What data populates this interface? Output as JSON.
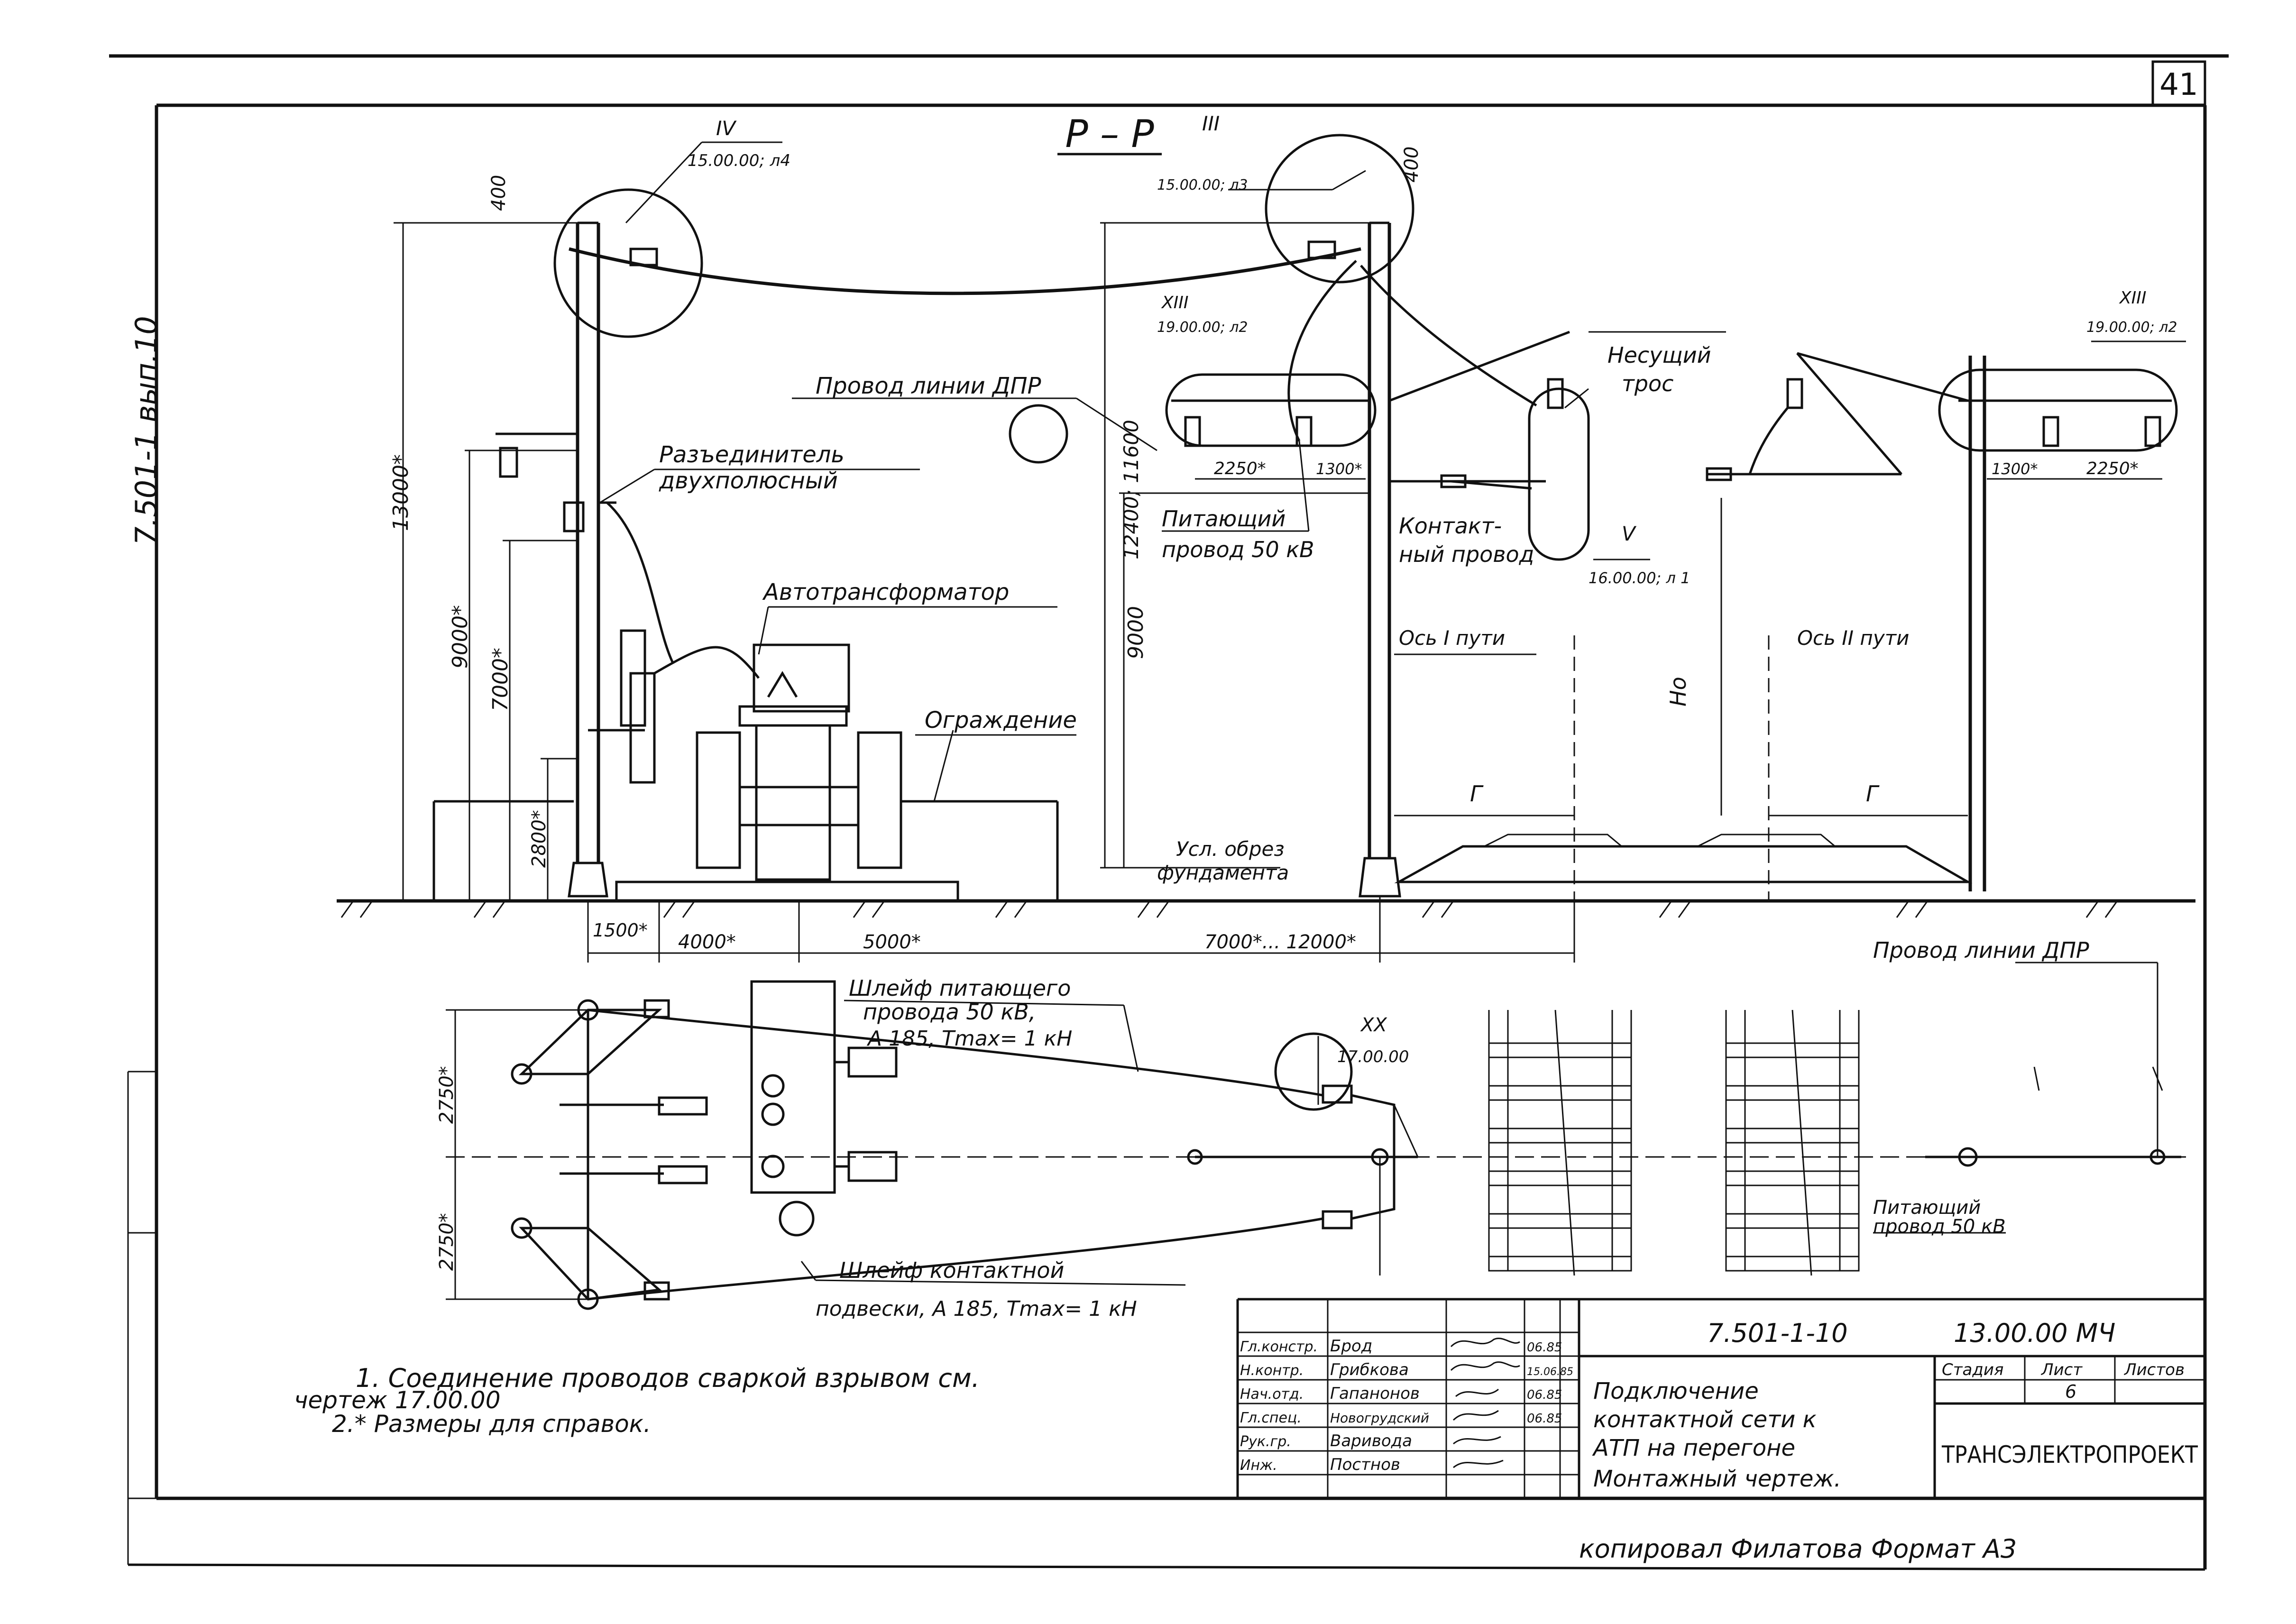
{
  "page_number": "41",
  "side_code": "7.501-1 вып.10",
  "section_label": "Р – Р",
  "callouts": {
    "iv_num": "IV",
    "iv_ref": "15.00.00; л4",
    "iii_num": "III",
    "iii_ref": "15.00.00; л3",
    "xiii_left_num": "XIII",
    "xiii_left_ref": "19.00.00; л2",
    "xiii_right_num": "XIII",
    "xiii_right_ref": "19.00.00; л2",
    "v_num": "V",
    "v_ref": "16.00.00; л 1",
    "xx_num": "XX",
    "xx_ref": "17.00.00"
  },
  "labels": {
    "dpr_line_wire": "Провод линии ДПР",
    "disconnector_1": "Разъединитель",
    "disconnector_2": "двухполюсный",
    "autotransformer": "Автотрансформатор",
    "fence": "Ограждение",
    "feeder_1": "Питающий",
    "feeder_2": "провод 50 кВ",
    "carrier_1": "Несущий",
    "carrier_2": "трос",
    "contact_1": "Контакт-",
    "contact_2": "ный провод",
    "axis_track_1": "Ось I пути",
    "axis_track_2": "Ось II пути",
    "foundation_1": "Усл. обрез",
    "foundation_2": "фундамента",
    "ho": "Нo",
    "gamma_left": "Г",
    "gamma_right": "Г",
    "plan_dpr": "Провод линии ДПР",
    "loop_feeder_1": "Шлейф питающего",
    "loop_feeder_2": "провода 50 кВ,",
    "loop_feeder_3": "А 185, Tmax= 1 кН",
    "loop_contact_1": "Шлейф контактной",
    "loop_contact_2": "подвески, А 185, Tmax= 1 кН",
    "plan_feeder_1": "Питающий",
    "plan_feeder_2": "провод 50 кВ"
  },
  "dimensions": {
    "d400_left": "400",
    "d400_right": "400",
    "d13000": "13000*",
    "d9000_left": "9000*",
    "d7000": "7000*",
    "d2800": "2800*",
    "d12400": "12400; 11600",
    "d9000_mid": "9000",
    "d2250_left": "2250*",
    "d1300_left": "1300*",
    "d1300_right": "1300*",
    "d2250_right": "2250*",
    "d1500": "1500*",
    "d4000": "4000*",
    "d5000": "5000*",
    "d7000_12000": "7000*... 12000*",
    "d2750_top": "2750*",
    "d2750_bottom": "2750*"
  },
  "notes": {
    "note1_line1": "1. Соединение проводов сваркой взрывом  см.",
    "note1_line2": "чертеж  17.00.00",
    "note2": "2.* Размеры для справок."
  },
  "title_block": {
    "doc_code": "7.501-1-10",
    "sheet_code": "13.00.00 МЧ",
    "roles": [
      "Гл.констр.",
      "Н.контр.",
      "Нач.отд.",
      "Гл.спец.",
      "Рук.гр.",
      "Инж."
    ],
    "names": [
      "Брод",
      "Грибкова",
      "Гапанонов",
      "Новогрудский",
      "Варивода",
      "Постнов"
    ],
    "dates": [
      "06.85",
      "15.06.85",
      "06.85",
      "06.85",
      "",
      ""
    ],
    "title_lines": [
      "Подключение",
      "контактной сети к",
      "АТП на перегоне",
      "Монтажный чертеж."
    ],
    "stage_label": "Стадия",
    "sheet_label": "Лист",
    "sheets_label": "Листов",
    "sheet_value": "6",
    "org": "ТРАНСЭЛЕКТРОПРОЕКТ"
  },
  "footer": "копировал  Филатова  Формат А3"
}
